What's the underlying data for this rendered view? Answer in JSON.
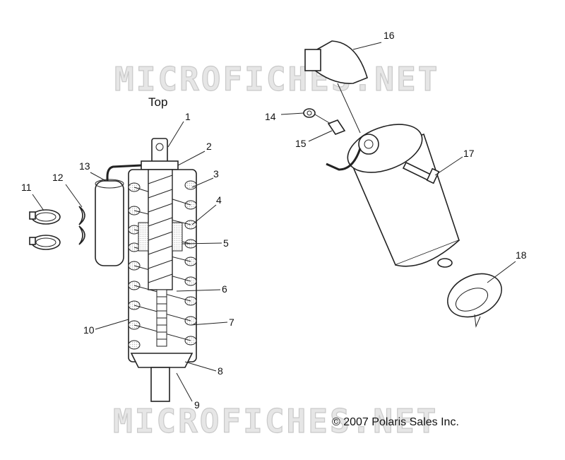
{
  "watermark": "MICROFICHES.NET",
  "top_label": "Top",
  "copyright": "© 2007 Polaris Sales Inc.",
  "callouts": [
    "1",
    "2",
    "3",
    "4",
    "5",
    "6",
    "7",
    "8",
    "9",
    "10",
    "11",
    "12",
    "13",
    "14",
    "15",
    "16",
    "17",
    "18"
  ]
}
